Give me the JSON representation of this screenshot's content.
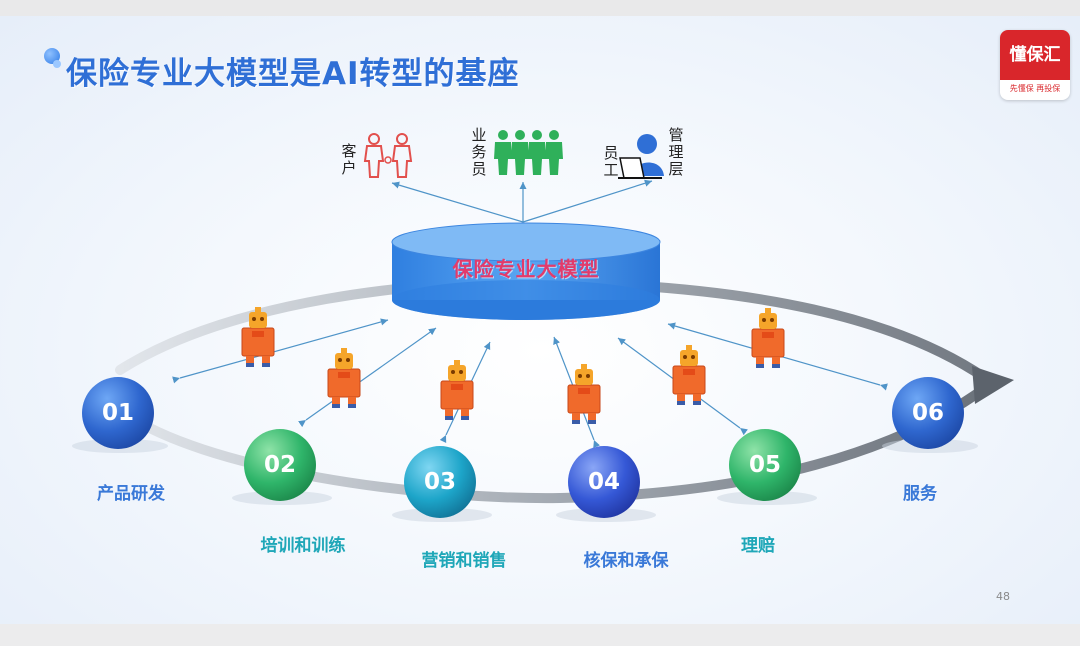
{
  "title": "保险专业大模型是AI转型的基座",
  "logo": {
    "brand": "懂保汇",
    "slogan": "先懂保 再投保"
  },
  "center_model": "保险专业大模型",
  "roles": [
    {
      "name": "customer",
      "label": "客户"
    },
    {
      "name": "agent",
      "label": "业务员"
    },
    {
      "name": "staff",
      "label": "员工"
    },
    {
      "name": "management",
      "label": "管理层"
    }
  ],
  "stages": [
    {
      "num": "01",
      "label": "产品研发"
    },
    {
      "num": "02",
      "label": "培训和训练"
    },
    {
      "num": "03",
      "label": "营销和销售"
    },
    {
      "num": "04",
      "label": "核保和承保"
    },
    {
      "num": "05",
      "label": "理赔"
    },
    {
      "num": "06",
      "label": "服务"
    }
  ],
  "page_number": "48",
  "colors": {
    "title": "#2f6fd6",
    "blue_stage": "#2d63c9",
    "green_stage": "#2fb56a",
    "teal_stage": "#1d9fc9",
    "robot": "#f06a2b",
    "people_red": "#e2504d",
    "people_green": "#2fb05a",
    "db": "#3f8fe6"
  }
}
